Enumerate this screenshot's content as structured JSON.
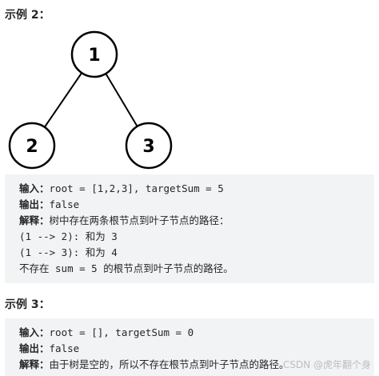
{
  "example2": {
    "heading": "示例 2：",
    "tree": {
      "root": "1",
      "left": "2",
      "right": "3"
    },
    "lines": [
      {
        "key": "输入：",
        "value": "root = [1,2,3], targetSum = 5"
      },
      {
        "key": "输出：",
        "value": "false"
      },
      {
        "key": "解释：",
        "value": "树中存在两条根节点到叶子节点的路径："
      },
      {
        "key": "",
        "value": "(1 --> 2): 和为 3"
      },
      {
        "key": "",
        "value": "(1 --> 3): 和为 4"
      },
      {
        "key": "",
        "value": "不存在 sum = 5 的根节点到叶子节点的路径。"
      }
    ]
  },
  "example3": {
    "heading": "示例 3：",
    "lines": [
      {
        "key": "输入：",
        "value": "root = [], targetSum = 0"
      },
      {
        "key": "输出：",
        "value": "false"
      },
      {
        "key": "解释：",
        "value": "由于树是空的，所以不存在根节点到叶子节点的路径。"
      }
    ]
  },
  "watermark": "CSDN @虎年翻个身"
}
